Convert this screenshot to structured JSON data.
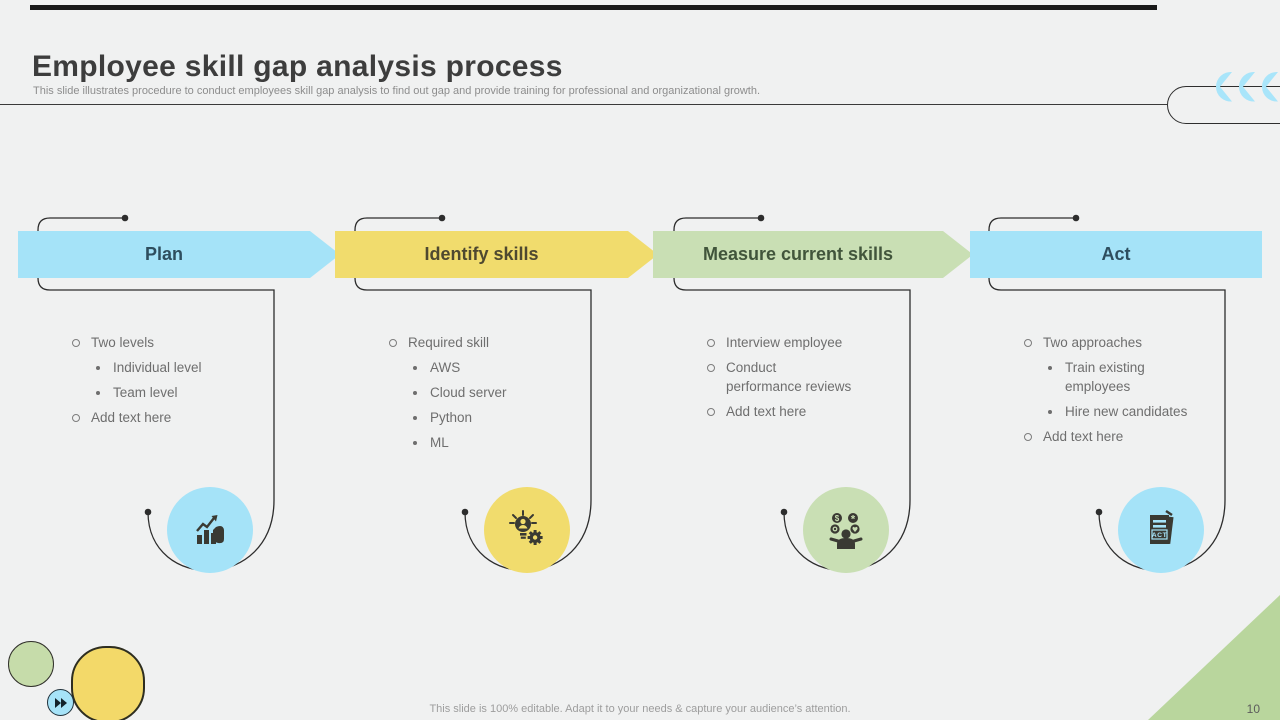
{
  "slide": {
    "title": "Employee skill gap analysis process",
    "subtitle": "This slide illustrates procedure to conduct employees skill gap analysis to find out gap and provide training for professional and organizational growth.",
    "footer_note": "This slide is 100% editable. Adapt it to your needs & capture your audience’s attention.",
    "page_number": "10"
  },
  "colors": {
    "background": "#f0f1f1",
    "accent_blue": "#a5e3f8",
    "accent_yellow": "#f1dc6d",
    "accent_green": "#c9dfb4",
    "corner_green": "#b9d69d",
    "connector_line": "#2d2d2d",
    "body_text": "#6e6e6e"
  },
  "decorations": {
    "top_right": "rewind-chevrons-icon",
    "bottom_left": [
      "green-dot",
      "yellow-capsule",
      "fast-forward-icon"
    ]
  },
  "columns": [
    {
      "label": "Plan",
      "accent": "#a5e3f8",
      "label_color": "#2e4e5e",
      "icon": "growth-chart-icon",
      "items": [
        {
          "level": 1,
          "text": "Two levels"
        },
        {
          "level": 2,
          "text": "Individual level"
        },
        {
          "level": 2,
          "text": "Team level"
        },
        {
          "level": 1,
          "text": "Add text here"
        }
      ]
    },
    {
      "label": "Identify skills",
      "accent": "#f1dc6d",
      "label_color": "#4f4930",
      "icon": "idea-bulb-gear-icon",
      "items": [
        {
          "level": 1,
          "text": "Required skill"
        },
        {
          "level": 2,
          "text": "AWS"
        },
        {
          "level": 2,
          "text": "Cloud server"
        },
        {
          "level": 2,
          "text": "Python"
        },
        {
          "level": 2,
          "text": "ML"
        }
      ]
    },
    {
      "label": "Measure current skills",
      "accent": "#c9dfb4",
      "label_color": "#41553b",
      "icon": "employee-skills-icon",
      "items": [
        {
          "level": 1,
          "text": "Interview employee"
        },
        {
          "level": 1,
          "text": "Conduct\nperformance reviews"
        },
        {
          "level": 1,
          "text": "Add text here"
        }
      ]
    },
    {
      "label": "Act",
      "accent": "#a5e3f8",
      "label_color": "#2e4e5e",
      "icon": "act-document-icon",
      "items": [
        {
          "level": 1,
          "text": "Two approaches"
        },
        {
          "level": 2,
          "text": "Train existing\nemployees"
        },
        {
          "level": 2,
          "text": "Hire new candidates"
        },
        {
          "level": 1,
          "text": "Add text here"
        }
      ]
    }
  ]
}
